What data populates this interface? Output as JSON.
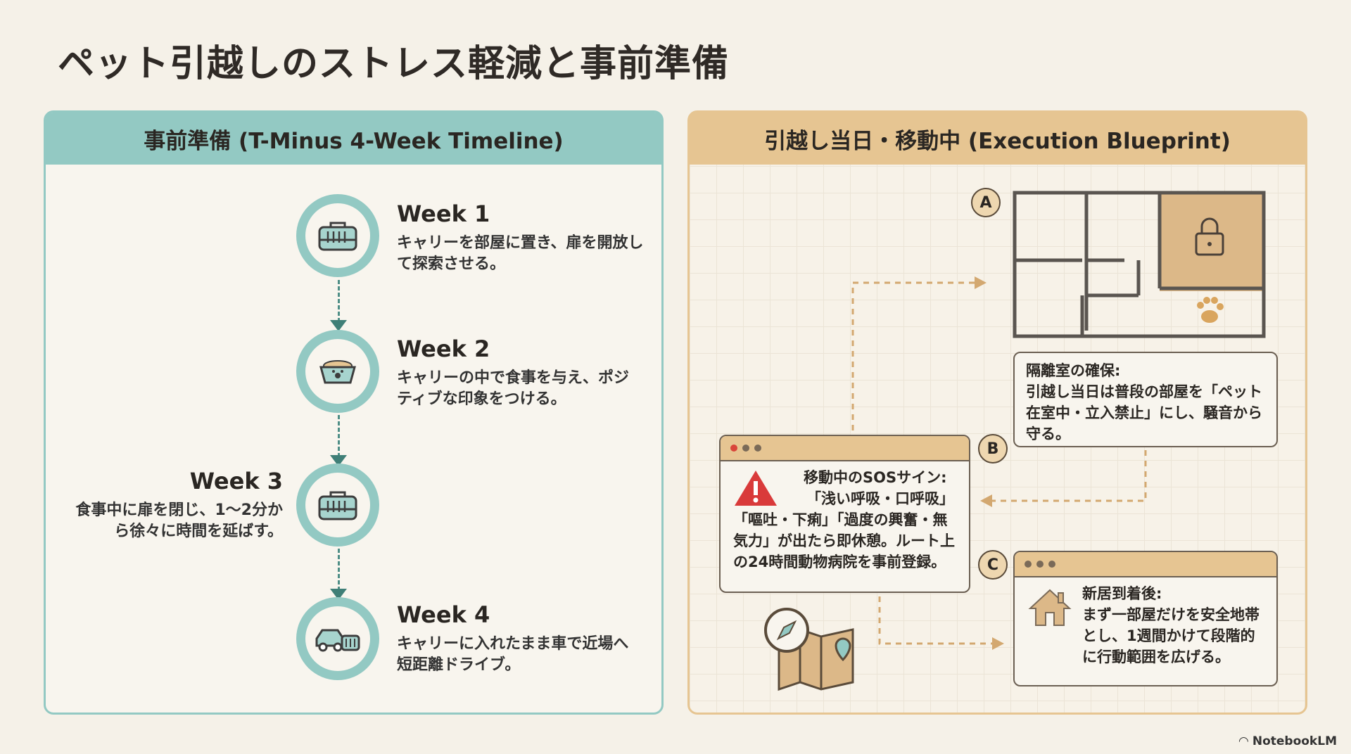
{
  "title": "ペット引越しのストレス軽減と事前準備",
  "left_panel": {
    "header": "事前準備 (T-Minus 4-Week Timeline)",
    "weeks": [
      {
        "label": "Week 1",
        "text": "キャリーを部屋に置き、扉を開放して探索させる。",
        "icon": "pet-carrier-icon"
      },
      {
        "label": "Week 2",
        "text": "キャリーの中で食事を与え、ポジティブな印象をつける。",
        "icon": "food-bowl-icon"
      },
      {
        "label": "Week 3",
        "text": "食事中に扉を閉じ、1〜2分から徐々に時間を延ばす。",
        "icon": "pet-carrier-icon"
      },
      {
        "label": "Week 4",
        "text": "キャリーに入れたまま車で近場へ短距離ドライブ。",
        "icon": "car-carrier-icon"
      }
    ]
  },
  "right_panel": {
    "header": "引越し当日・移動中 (Execution Blueprint)",
    "a": {
      "badge": "A",
      "title": "隔離室の確保:",
      "text": "引越し当日は普段の部屋を「ペット在室中・立入禁止」にし、騒音から守る。"
    },
    "b": {
      "badge": "B",
      "title": "移動中のSOSサイン:",
      "line1": "「浅い呼吸・口呼吸」",
      "text": "「嘔吐・下痢」「過度の興奮・無気力」が出たら即休憩。ルート上の24時間動物病院を事前登録。"
    },
    "c": {
      "badge": "C",
      "title": "新居到着後:",
      "text": "まず一部屋だけを安全地帯とし、1週間かけて段階的に行動範囲を広げる。"
    }
  },
  "branding": "NotebookLM",
  "colors": {
    "teal": "#93c9c3",
    "tan": "#e6c592",
    "alert": "#d93a3a"
  }
}
